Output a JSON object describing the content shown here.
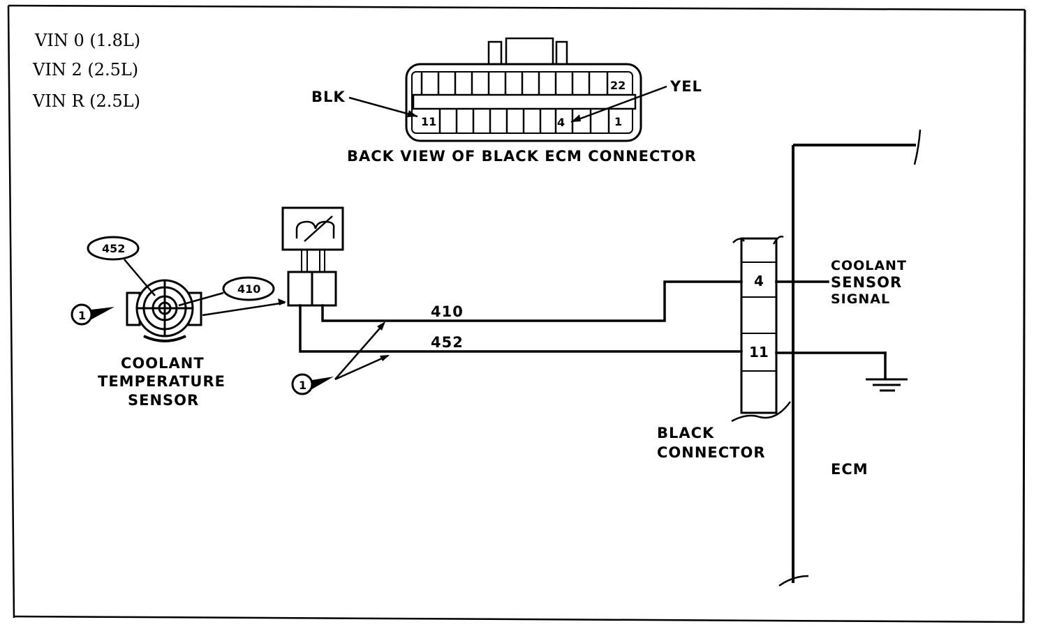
{
  "vin_notes": [
    "VIN  0  (1.8L)",
    "VIN  2  (2.5L)",
    "VIN  R  (2.5L)"
  ],
  "connector_view": {
    "title": "BACK VIEW OF BLACK ECM CONNECTOR",
    "left_wire_color": "BLK",
    "right_wire_color": "YEL",
    "pin_labels": {
      "top_right": "22",
      "bottom_left": "11",
      "bottom_mid": "4",
      "bottom_right": "1"
    }
  },
  "sensor": {
    "label_line1": "COOLANT",
    "label_line2": "TEMPERATURE",
    "label_line3": "SENSOR",
    "tag_upper": "452",
    "tag_lower": "410"
  },
  "callout_number": "1",
  "wires": {
    "upper": "410",
    "lower": "452"
  },
  "ecm_connector": {
    "pin_upper": "4",
    "pin_lower": "11",
    "label_line1": "BLACK",
    "label_line2": "CONNECTOR"
  },
  "signal": {
    "line1": "COOLANT",
    "line2": "SENSOR",
    "line3": "SIGNAL"
  },
  "ecm_label": "ECM"
}
